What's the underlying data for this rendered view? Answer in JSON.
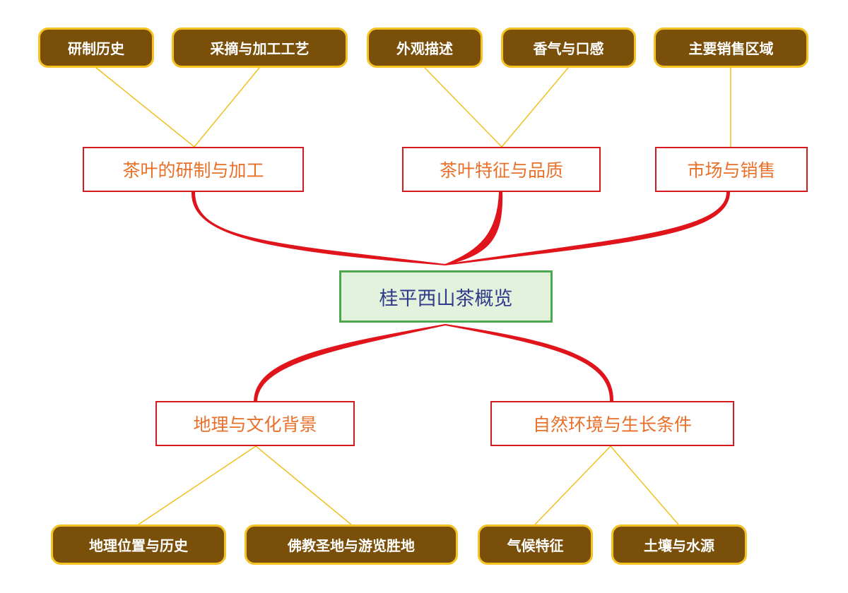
{
  "colors": {
    "trunk": "#e0141b",
    "twig": "#f0c020",
    "center_fill": "#e3f2dc",
    "center_border": "#4aa84f",
    "center_text": "#2f3a8a",
    "branch_border": "#d4191f",
    "branch_text": "#e8702a",
    "leaf_fill": "#7a4f0a",
    "leaf_border": "#f4c223",
    "leaf_text": "#ffffff"
  },
  "center": {
    "label": "桂平西山茶概览"
  },
  "branches": [
    {
      "label": "茶叶的研制与加工",
      "leaves": [
        {
          "label": "研制历史"
        },
        {
          "label": "采摘与加工工艺"
        }
      ]
    },
    {
      "label": "茶叶特征与品质",
      "leaves": [
        {
          "label": "外观描述"
        },
        {
          "label": "香气与口感"
        }
      ]
    },
    {
      "label": "市场与销售",
      "leaves": [
        {
          "label": "主要销售区域"
        }
      ]
    },
    {
      "label": "地理与文化背景",
      "leaves": [
        {
          "label": "地理位置与历史"
        },
        {
          "label": "佛教圣地与游览胜地"
        }
      ]
    },
    {
      "label": "自然环境与生长条件",
      "leaves": [
        {
          "label": "气候特征"
        },
        {
          "label": "土壤与水源"
        }
      ]
    }
  ]
}
